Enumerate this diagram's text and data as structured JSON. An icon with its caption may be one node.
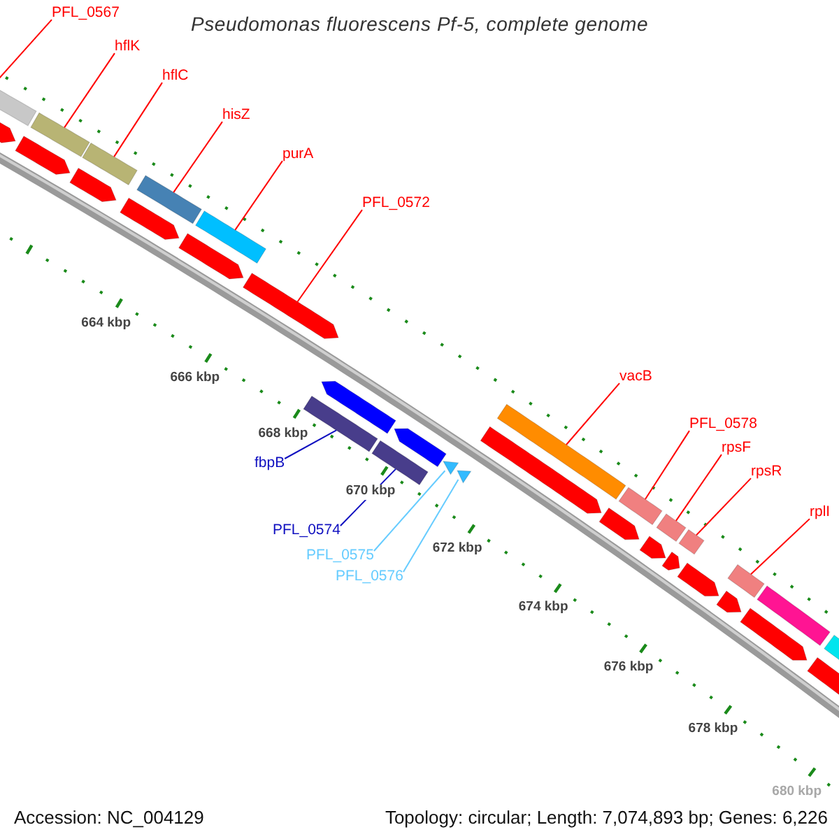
{
  "diagram": {
    "title": "Pseudomonas fluorescens Pf-5, complete genome",
    "nodes": [
      {
        "text": [
          "PFL_0567"
        ]
      },
      {
        "text": [],
        "shape": "bar"
      },
      {
        "text": [
          "hflK"
        ]
      },
      {
        "text": [],
        "shape": "bar"
      },
      {
        "text": [
          "hflC"
        ]
      },
      {
        "text": [],
        "shape": "bar"
      },
      {
        "text": [
          "hisZ"
        ]
      },
      {
        "text": [],
        "shape": "bar"
      },
      {
        "text": [
          "purA"
        ]
      },
      {
        "text": [],
        "shape": "bar"
      },
      {
        "text": [
          "PFL_0572"
        ]
      },
      {
        "text": [],
        "shape": "arrow"
      },
      {
        "text": [
          "fbpB"
        ]
      },
      {
        "text": [],
        "shape": "bar"
      },
      {
        "text": [
          "PFL_0574"
        ]
      },
      {
        "text": [],
        "shape": "bar"
      },
      {
        "text": [
          "PFL_0575"
        ]
      },
      {
        "text": [],
        "shape": "triangle"
      },
      {
        "text": [
          "PFL_0576"
        ]
      },
      {
        "text": [],
        "shape": "triangle"
      },
      {
        "text": [
          "vacB"
        ]
      },
      {
        "text": [],
        "shape": "bar"
      },
      {
        "text": [
          "PFL_0578"
        ]
      },
      {
        "text": [],
        "shape": "bar"
      },
      {
        "text": [
          "rpsF"
        ]
      },
      {
        "text": [],
        "shape": "bar"
      },
      {
        "text": [
          "rpsR"
        ]
      },
      {
        "text": [],
        "shape": "bar"
      },
      {
        "text": [
          "rplI"
        ]
      },
      {
        "text": [],
        "shape": "bar"
      },
      {
        "text": [],
        "shape": "arrow"
      },
      {
        "text": [],
        "shape": "arrow"
      },
      {
        "text": [],
        "shape": "arrow"
      },
      {
        "text": [],
        "shape": "arrow"
      },
      {
        "text": [],
        "shape": "arrow"
      },
      {
        "text": [],
        "shape": "arrow"
      },
      {
        "text": [],
        "shape": "arrow"
      },
      {
        "text": [],
        "shape": "arrow"
      },
      {
        "text": [],
        "shape": "arrow"
      },
      {
        "text": [],
        "shape": "arrow"
      },
      {
        "text": [],
        "shape": "arrow"
      },
      {
        "text": [],
        "shape": "arrow"
      },
      {
        "text": [],
        "shape": "arrow"
      },
      {
        "text": [],
        "shape": "bar"
      },
      {
        "text": [],
        "shape": "bar"
      },
      {
        "text": [],
        "shape": "arrow"
      },
      {
        "text": [],
        "shape": "arrow"
      }
    ],
    "edges": [
      {
        "from": 0,
        "to": 1,
        "arrow": "none"
      },
      {
        "from": 2,
        "to": 3,
        "arrow": "none"
      },
      {
        "from": 4,
        "to": 5,
        "arrow": "none"
      },
      {
        "from": 6,
        "to": 7,
        "arrow": "none"
      },
      {
        "from": 8,
        "to": 9,
        "arrow": "none"
      },
      {
        "from": 10,
        "to": 11,
        "arrow": "none"
      },
      {
        "from": 12,
        "to": 13,
        "arrow": "none",
        "color": "#1010c0"
      },
      {
        "from": 14,
        "to": 15,
        "arrow": "none",
        "color": "#1010c0"
      },
      {
        "from": 16,
        "to": 17,
        "arrow": "none",
        "color": "#66ccff"
      },
      {
        "from": 18,
        "to": 19,
        "arrow": "none",
        "color": "#66ccff"
      },
      {
        "from": 20,
        "to": 21,
        "arrow": "none"
      },
      {
        "from": 22,
        "to": 23,
        "arrow": "none"
      },
      {
        "from": 24,
        "to": 25,
        "arrow": "none"
      },
      {
        "from": 26,
        "to": 27,
        "arrow": "none"
      },
      {
        "from": 28,
        "to": 29,
        "arrow": "none"
      }
    ],
    "labels": [
      "664 kbp",
      "666 kbp",
      "668 kbp",
      "670 kbp",
      "672 kbp",
      "674 kbp",
      "676 kbp",
      "678 kbp",
      "680 kbp",
      "Accession: NC_004129",
      "Topology: circular; Length: 7,074,893 bp; Genes: 6,226"
    ]
  }
}
